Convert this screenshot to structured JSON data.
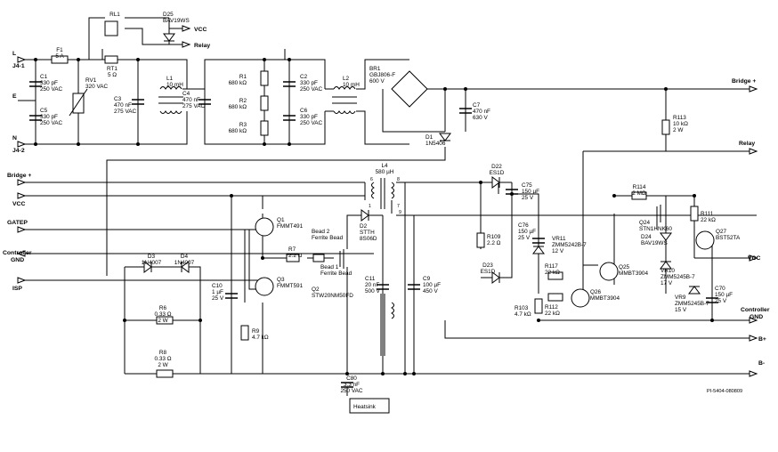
{
  "footer": {
    "code": "PI-5404-080809"
  },
  "nets": {
    "L": "L",
    "J41": "J4-1",
    "E": "E",
    "N": "N",
    "J42": "J4-2",
    "vcc_top": "VCC",
    "relay_top": "Relay",
    "bridge_plus_right": "Bridge +",
    "relay_right": "Relay",
    "bridge_plus_left": "Bridge +",
    "vcc_left": "VCC",
    "gatep": "GATEP",
    "ctrl_gnd_left_1": "Controller",
    "ctrl_gnd_left_2": "GND",
    "isp": "ISP",
    "vcc_right": "VCC",
    "ctrl_gnd_right_1": "Controller",
    "ctrl_gnd_right_2": "GND",
    "bplus": "B+",
    "bminus": "B-",
    "heatsink": "Heatsink"
  },
  "components": {
    "RL1": [
      "RL1"
    ],
    "D25": [
      "D25",
      "BAV19WS"
    ],
    "F1": [
      "F1",
      "5 A"
    ],
    "RT1": [
      "RT1",
      "5 Ω"
    ],
    "C1": [
      "C1",
      "330 pF",
      "250 VAC"
    ],
    "C5": [
      "C5",
      "330 pF",
      "250 VAC"
    ],
    "RV1": [
      "RV1",
      "320 VAC"
    ],
    "C3": [
      "C3",
      "470 nF",
      "275 VAC"
    ],
    "L1": [
      "L1",
      "10 mH"
    ],
    "C4": [
      "C4",
      "470 nF",
      "275 VAC"
    ],
    "R1": [
      "R1",
      "680 kΩ"
    ],
    "R2": [
      "R2",
      "680 kΩ"
    ],
    "R3": [
      "R3",
      "680 kΩ"
    ],
    "C2": [
      "C2",
      "330 pF",
      "250 VAC"
    ],
    "C6": [
      "C6",
      "330 pF",
      "250 VAC"
    ],
    "L2": [
      "L2",
      "10 mH"
    ],
    "BR1": [
      "BR1",
      "GBJ806-F",
      "600 V"
    ],
    "C7": [
      "C7",
      "470 nF",
      "630 V"
    ],
    "D1": [
      "D1",
      "1N5406"
    ],
    "R113": [
      "R113",
      "10 kΩ",
      "2 W"
    ],
    "L4": [
      "L4",
      "580 µH"
    ],
    "L4pins": [
      "6",
      "8",
      "1",
      "7",
      "9"
    ],
    "D22": [
      "D22",
      "ES1D"
    ],
    "C75": [
      "C75",
      "150 µF",
      "25 V"
    ],
    "R114": [
      "R114",
      "2 MΩ"
    ],
    "Q24": [
      "Q24",
      "STN1HNK60"
    ],
    "D24": [
      "D24",
      "BAV19WS"
    ],
    "R111": [
      "R111",
      "22 kΩ"
    ],
    "Q27": [
      "Q27",
      "BST52TA"
    ],
    "Q1": [
      "Q1",
      "FMMT491"
    ],
    "Q3": [
      "Q3",
      "FMMT591"
    ],
    "R7": [
      "R7",
      "2.2 Ω"
    ],
    "Bead2": [
      "Bead 2",
      "Ferrite Bead"
    ],
    "Bead1": [
      "Bead 1",
      "Ferrite Bead"
    ],
    "Q2": [
      "Q2",
      "STW20NM50FD"
    ],
    "D2": [
      "D2",
      "STTH",
      "8S06D"
    ],
    "C76": [
      "C76",
      "150 µF",
      "25 V"
    ],
    "VR11": [
      "VR11",
      "ZMM5242B-7",
      "12 V"
    ],
    "R109": [
      "R109",
      "2.2 Ω"
    ],
    "D23": [
      "D23",
      "ES1D"
    ],
    "D3": [
      "D3",
      "1N4007"
    ],
    "D4": [
      "D4",
      "1N4007"
    ],
    "R6": [
      "R6",
      "0.33 Ω",
      "2 W"
    ],
    "R8": [
      "R8",
      "0.33 Ω",
      "2 W"
    ],
    "C10": [
      "C10",
      "1 µF",
      "25 V"
    ],
    "R9": [
      "R9",
      "4.7 kΩ"
    ],
    "C11": [
      "C11",
      "20 nF",
      "500 V"
    ],
    "C9": [
      "C9",
      "100 µF",
      "450 V"
    ],
    "R117": [
      "R117",
      "22 kΩ"
    ],
    "R112": [
      "R112",
      "22 kΩ"
    ],
    "R103": [
      "R103",
      "4.7 kΩ"
    ],
    "Q25": [
      "Q25",
      "MMBT3904"
    ],
    "Q26": [
      "Q26",
      "MMBT3904"
    ],
    "VR10": [
      "VR10",
      "ZMM5245B-7",
      "17 V"
    ],
    "VR9": [
      "VR9",
      "ZMM5245B-7",
      "15 V"
    ],
    "C70": [
      "C70",
      "150 µF",
      "25 V"
    ],
    "C80": [
      "C80",
      "3.3 nF",
      "250 VAC"
    ]
  }
}
